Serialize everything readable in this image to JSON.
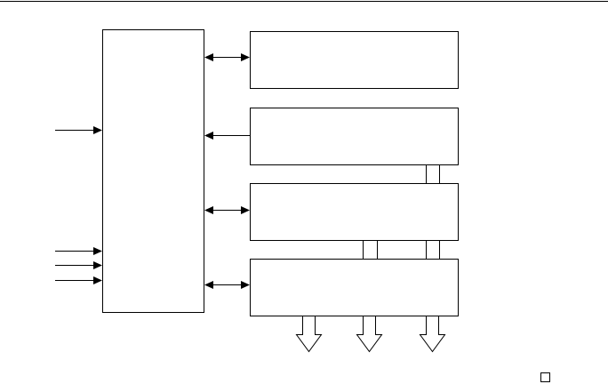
{
  "diagram": {
    "type": "block-diagram",
    "components": [
      "controller",
      "block-1",
      "block-2",
      "block-3",
      "block-4"
    ],
    "external_inputs": 4,
    "bus_outputs": 3,
    "colors": {
      "stroke": "#000000",
      "background": "#ffffff"
    }
  }
}
